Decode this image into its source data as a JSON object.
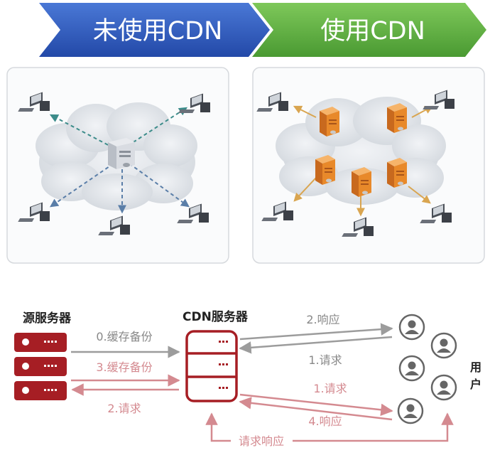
{
  "banner": {
    "without_cdn": "未使用CDN",
    "with_cdn": "使用CDN"
  },
  "flow": {
    "origin_label": "源服务器",
    "cdn_label": "CDN服务器",
    "step0": "0.缓存备份",
    "step3": "3.缓存备份",
    "step2_request": "2.请求",
    "step2_response": "2.响应",
    "step1_request_top": "1.请求",
    "step1_request_mid": "1.请求",
    "step4_response": "4.响应",
    "request_response": "请求响应",
    "users_label_1": "用",
    "users_label_2": "户"
  },
  "colors": {
    "banner_blue": "#2b55b8",
    "banner_green": "#5aac3e",
    "server_red": "#a61e24",
    "arrow_gray": "#9c9c9c",
    "arrow_pink": "#d48a90",
    "server_orange": "#e8892a"
  }
}
